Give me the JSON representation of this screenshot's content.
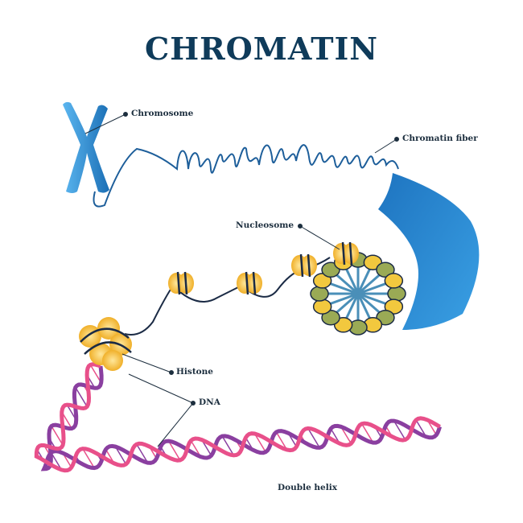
{
  "title": "CHROMATIN",
  "labels": {
    "chromosome": "Chromosome",
    "chromatin_fiber": "Chromatin fiber",
    "nucleosome": "Nucleosome",
    "histone": "Histone",
    "dna": "DNA",
    "double_helix": "Double helix"
  },
  "colors": {
    "title": "#0f3b5a",
    "chromosome": "#2a8fd6",
    "fiber": "#1d6fb8",
    "histone": "#f5c242",
    "dna_pink": "#e8508a",
    "dna_purple": "#8a3fa0"
  }
}
